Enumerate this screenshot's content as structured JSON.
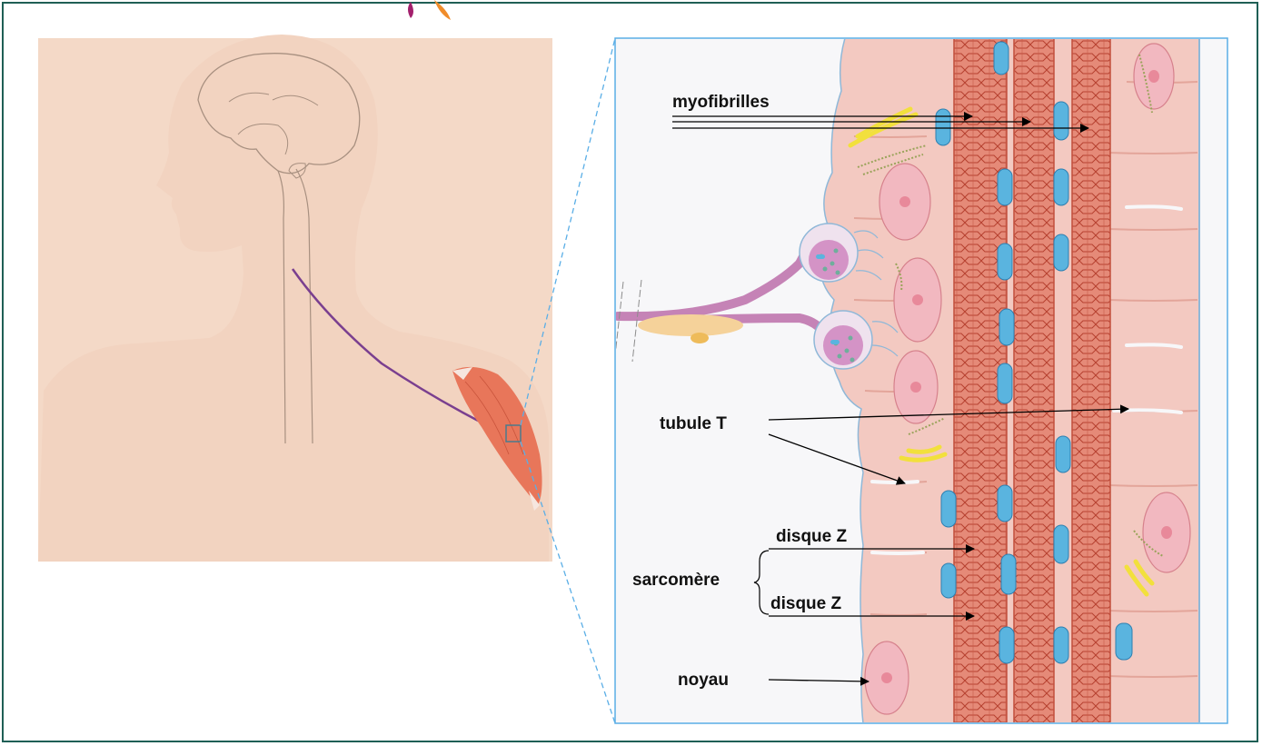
{
  "labels": {
    "myofibrilles": "myofibrilles",
    "tubule_t": "tubule T",
    "disque_z_1": "disque Z",
    "disque_z_2": "disque Z",
    "sarcomere": "sarcomère",
    "noyau": "noyau"
  },
  "colors": {
    "frame": "#1f5f55",
    "skin": "#f2d3c0",
    "muscle": "#e8765a",
    "nerve": "#7a3f8f",
    "muscle_cell": "#f3c9c1",
    "myofibril": "#d9705c",
    "mitochondria": "#5ab4df",
    "golgi": "#f2e03c",
    "zoom_line": "#5aaee6"
  }
}
